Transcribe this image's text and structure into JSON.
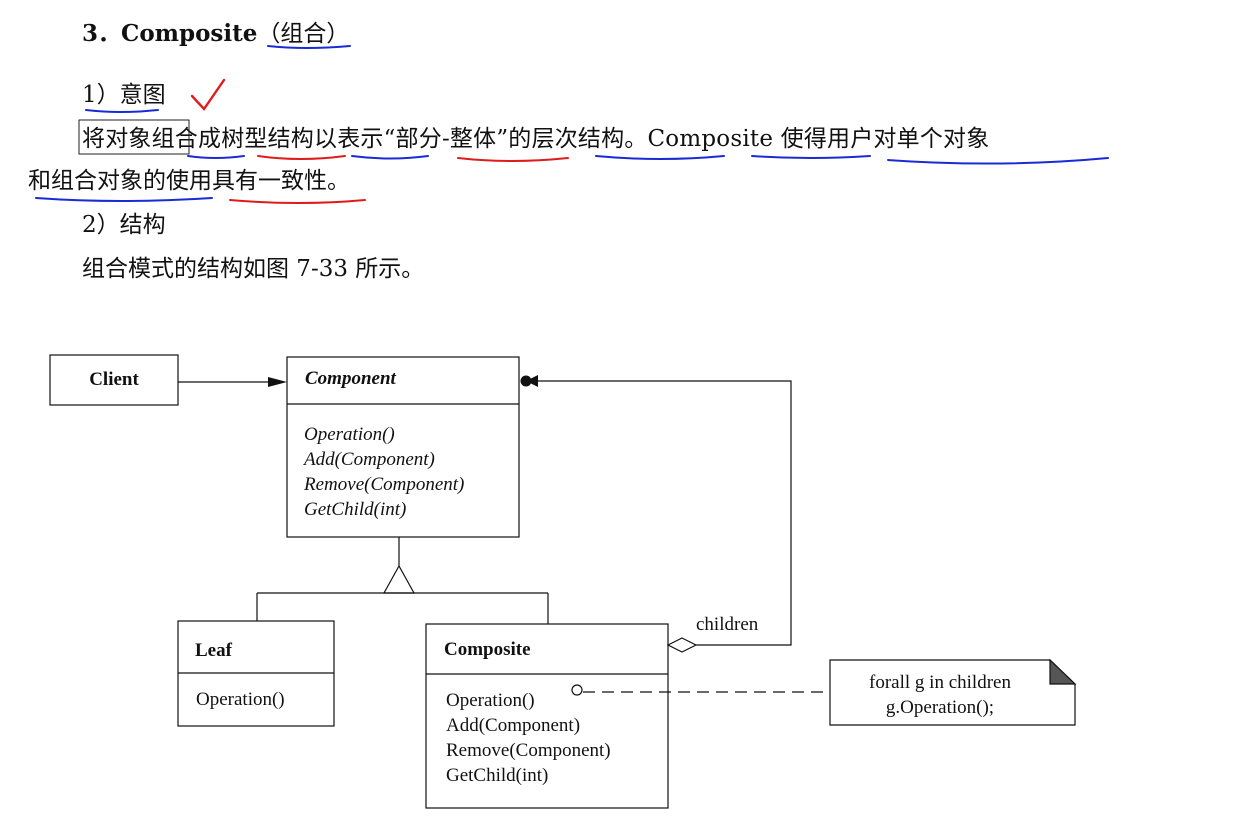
{
  "heading": {
    "number": "3．",
    "title_en": "Composite",
    "title_cn": "（组合）"
  },
  "section1": {
    "label": "1）意图"
  },
  "intent": {
    "line1": "将对象组合成树型结构以表示“部分-整体”的层次结构。Composite 使得用户对单个对象",
    "line2": "和组合对象的使用具有一致性。"
  },
  "section2": {
    "label": "2）结构"
  },
  "structure_caption": "组合模式的结构如图 7-33 所示。",
  "diagram": {
    "client": {
      "name": "Client"
    },
    "component": {
      "name": "Component",
      "methods": [
        "Operation()",
        "Add(Component)",
        "Remove(Component)",
        "GetChild(int)"
      ]
    },
    "leaf": {
      "name": "Leaf",
      "methods": [
        "Operation()"
      ]
    },
    "composite": {
      "name": "Composite",
      "methods": [
        "Operation()",
        "Add(Component)",
        "Remove(Component)",
        "GetChild(int)"
      ]
    },
    "children_label": "children",
    "note": {
      "line1": "forall g in children",
      "line2": "g.Operation();"
    }
  },
  "colors": {
    "blue_underline": "#1a2bd6",
    "red_underline": "#e01b1b",
    "ink": "#111111"
  }
}
